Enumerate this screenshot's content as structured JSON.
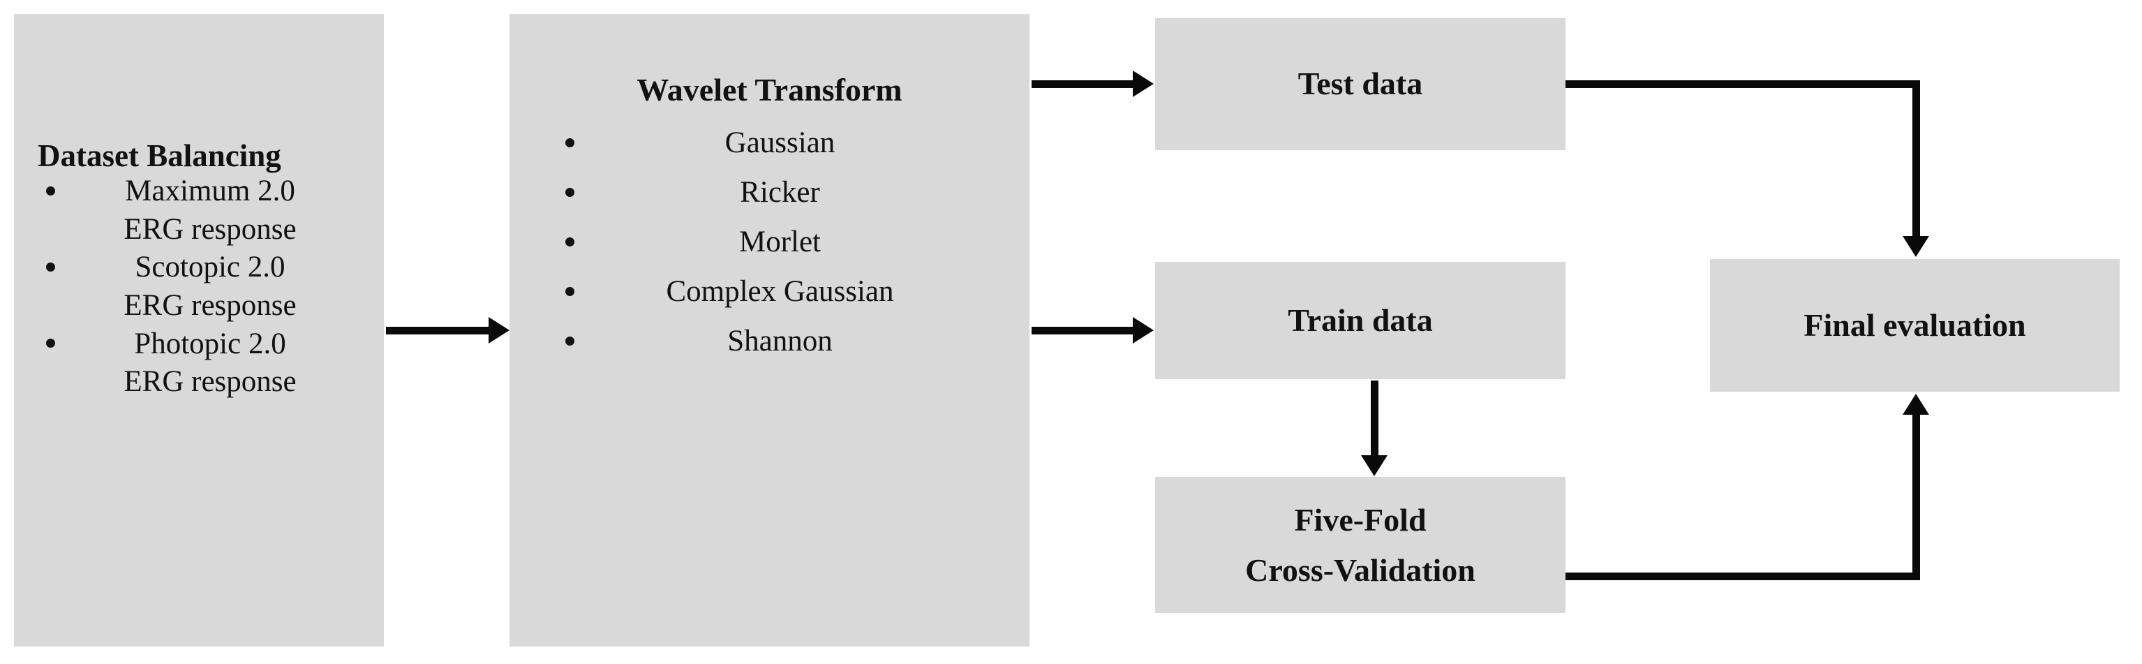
{
  "figure": {
    "type": "flowchart",
    "background_color": "#ffffff",
    "node_fill_color": "#d9d9d9",
    "connector_color": "#0a0a0a",
    "text_color": "#111111"
  },
  "nodes": {
    "dataset_balancing": {
      "title": "Dataset Balancing",
      "bullets": [
        {
          "line1": "Maximum 2.0",
          "line2": "ERG response"
        },
        {
          "line1": "Scotopic 2.0",
          "line2": "ERG response"
        },
        {
          "line1": "Photopic 2.0",
          "line2": "ERG response"
        }
      ]
    },
    "wavelet_transform": {
      "title": "Wavelet Transform",
      "bullets": [
        "Gaussian",
        "Ricker",
        "Morlet",
        "Complex Gaussian",
        "Shannon"
      ]
    },
    "test_data": {
      "title": "Test data"
    },
    "train_data": {
      "title": "Train data"
    },
    "cross_validation": {
      "line1": "Five-Fold",
      "line2": "Cross-Validation"
    },
    "final_evaluation": {
      "title": "Final evaluation"
    }
  },
  "connectors": [
    {
      "from": "dataset_balancing",
      "to": "wavelet_transform",
      "style": "arrow-right"
    },
    {
      "from": "wavelet_transform",
      "to": "test_data",
      "style": "arrow-right"
    },
    {
      "from": "wavelet_transform",
      "to": "train_data",
      "style": "arrow-right"
    },
    {
      "from": "train_data",
      "to": "cross_validation",
      "style": "arrow-down"
    },
    {
      "from": "test_data",
      "to": "final_evaluation",
      "style": "elbow-arrow-down"
    },
    {
      "from": "cross_validation",
      "to": "final_evaluation",
      "style": "elbow-arrow-up"
    }
  ]
}
